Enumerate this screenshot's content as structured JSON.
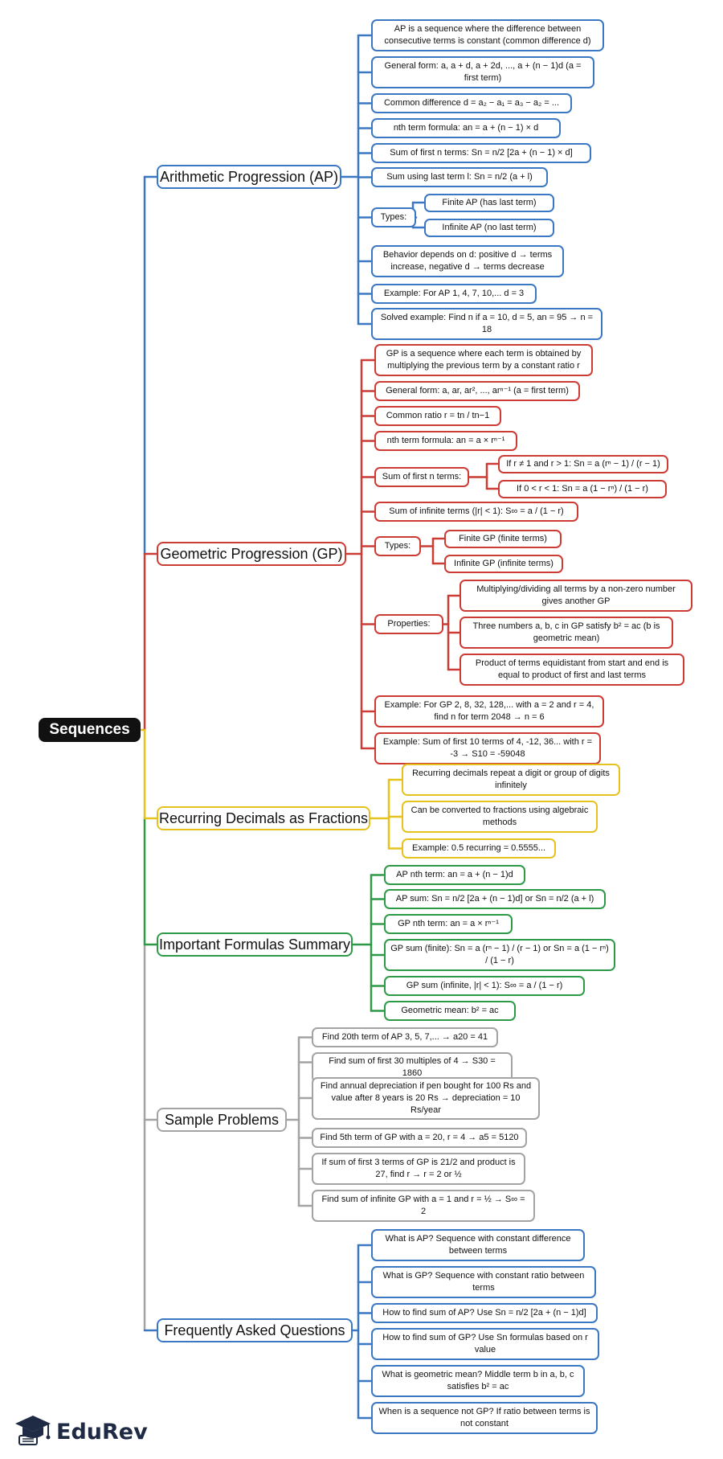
{
  "root": "Sequences",
  "colors": {
    "ap": "#3b78c4",
    "gp": "#cc3c35",
    "rd": "#e6c21f",
    "fs": "#2e9a48",
    "sp": "#a3a3a3",
    "faq": "#3b78c4",
    "trunk_lower": "#a3a3a3"
  },
  "brand": {
    "name": "EduRev",
    "icon": "graduation-cap-icon"
  },
  "branches": [
    {
      "id": "ap",
      "label": "Arithmetic Progression (AP)",
      "children": [
        {
          "text": "AP is a sequence where the difference between consecutive terms is constant (common difference d)"
        },
        {
          "text": "General form: a, a + d, a + 2d, ..., a + (n − 1)d (a = first term)"
        },
        {
          "text": "Common difference d = a₂ − a₁ = a₃ − a₂ = ..."
        },
        {
          "text": "nth term formula: an = a + (n − 1) × d"
        },
        {
          "text": "Sum of first n terms: Sn = n/2 [2a + (n − 1) × d]"
        },
        {
          "text": "Sum using last term l: Sn = n/2 (a + l)"
        },
        {
          "text": "Types:",
          "children": [
            {
              "text": "Finite AP (has last term)"
            },
            {
              "text": "Infinite AP (no last term)"
            }
          ]
        },
        {
          "text": "Behavior depends on d: positive d → terms increase, negative d → terms decrease"
        },
        {
          "text": "Example: For AP 1, 4, 7, 10,... d = 3"
        },
        {
          "text": "Solved example: Find n if a = 10, d = 5, an = 95 → n = 18"
        }
      ]
    },
    {
      "id": "gp",
      "label": "Geometric Progression (GP)",
      "children": [
        {
          "text": "GP is a sequence where each term is obtained by multiplying the previous term by a constant ratio r"
        },
        {
          "text": "General form: a, ar, ar², ..., arⁿ⁻¹ (a = first term)"
        },
        {
          "text": "Common ratio r = tn / tn−1"
        },
        {
          "text": "nth term formula: an = a × rⁿ⁻¹"
        },
        {
          "text": "Sum of first n terms:",
          "children": [
            {
              "text": "If r ≠ 1 and r > 1: Sn = a (rⁿ − 1) / (r − 1)"
            },
            {
              "text": "If 0 < r < 1: Sn = a (1 − rⁿ) / (1 − r)"
            }
          ]
        },
        {
          "text": "Sum of infinite terms (|r| < 1): S∞ = a / (1 − r)"
        },
        {
          "text": "Types:",
          "children": [
            {
              "text": "Finite GP (finite terms)"
            },
            {
              "text": "Infinite GP (infinite terms)"
            }
          ]
        },
        {
          "text": "Properties:",
          "children": [
            {
              "text": "Multiplying/dividing all terms by a non-zero number gives another GP"
            },
            {
              "text": "Three numbers a, b, c in GP satisfy b² = ac (b is geometric mean)"
            },
            {
              "text": "Product of terms equidistant from start and end is equal to product of first and last terms"
            }
          ]
        },
        {
          "text": "Example: For GP 2, 8, 32, 128,... with a = 2 and r = 4, find n for term 2048 → n = 6"
        },
        {
          "text": "Example: Sum of first 10 terms of 4, -12, 36... with r = -3 → S10 = -59048"
        }
      ]
    },
    {
      "id": "rd",
      "label": "Recurring Decimals as Fractions",
      "children": [
        {
          "text": "Recurring decimals repeat a digit or group of digits infinitely"
        },
        {
          "text": "Can be converted to fractions using algebraic methods"
        },
        {
          "text": "Example: 0.5 recurring = 0.5555..."
        }
      ]
    },
    {
      "id": "fs",
      "label": "Important Formulas Summary",
      "children": [
        {
          "text": "AP nth term: an = a + (n − 1)d"
        },
        {
          "text": "AP sum: Sn = n/2 [2a + (n − 1)d] or Sn = n/2 (a + l)"
        },
        {
          "text": "GP nth term: an = a × rⁿ⁻¹"
        },
        {
          "text": "GP sum (finite): Sn = a (rⁿ − 1) / (r − 1) or Sn = a (1 − rⁿ) / (1 − r)"
        },
        {
          "text": "GP sum (infinite, |r| < 1): S∞ = a / (1 − r)"
        },
        {
          "text": "Geometric mean: b² = ac"
        }
      ]
    },
    {
      "id": "sp",
      "label": "Sample Problems",
      "children": [
        {
          "text": "Find 20th term of AP 3, 5, 7,... → a20 = 41"
        },
        {
          "text": "Find sum of first 30 multiples of 4 → S30 = 1860"
        },
        {
          "text": "Find annual depreciation if pen bought for 100 Rs and value after 8 years is 20 Rs → depreciation = 10 Rs/year"
        },
        {
          "text": "Find 5th term of GP with a = 20, r = 4 → a5 = 5120"
        },
        {
          "text": "If sum of first 3 terms of GP is 21/2 and product is 27, find r → r = 2 or ½"
        },
        {
          "text": "Find sum of infinite GP with a = 1 and r = ½ → S∞ = 2"
        }
      ]
    },
    {
      "id": "faq",
      "label": "Frequently Asked Questions",
      "children": [
        {
          "text": "What is AP? Sequence with constant difference between terms"
        },
        {
          "text": "What is GP? Sequence with constant ratio between terms"
        },
        {
          "text": "How to find sum of AP? Use Sn = n/2 [2a + (n − 1)d]"
        },
        {
          "text": "How to find sum of GP? Use Sn formulas based on r value"
        },
        {
          "text": "What is geometric mean? Middle term b in a, b, c satisfies b² = ac"
        },
        {
          "text": "When is a sequence not GP? If ratio between terms is not constant"
        }
      ]
    }
  ]
}
